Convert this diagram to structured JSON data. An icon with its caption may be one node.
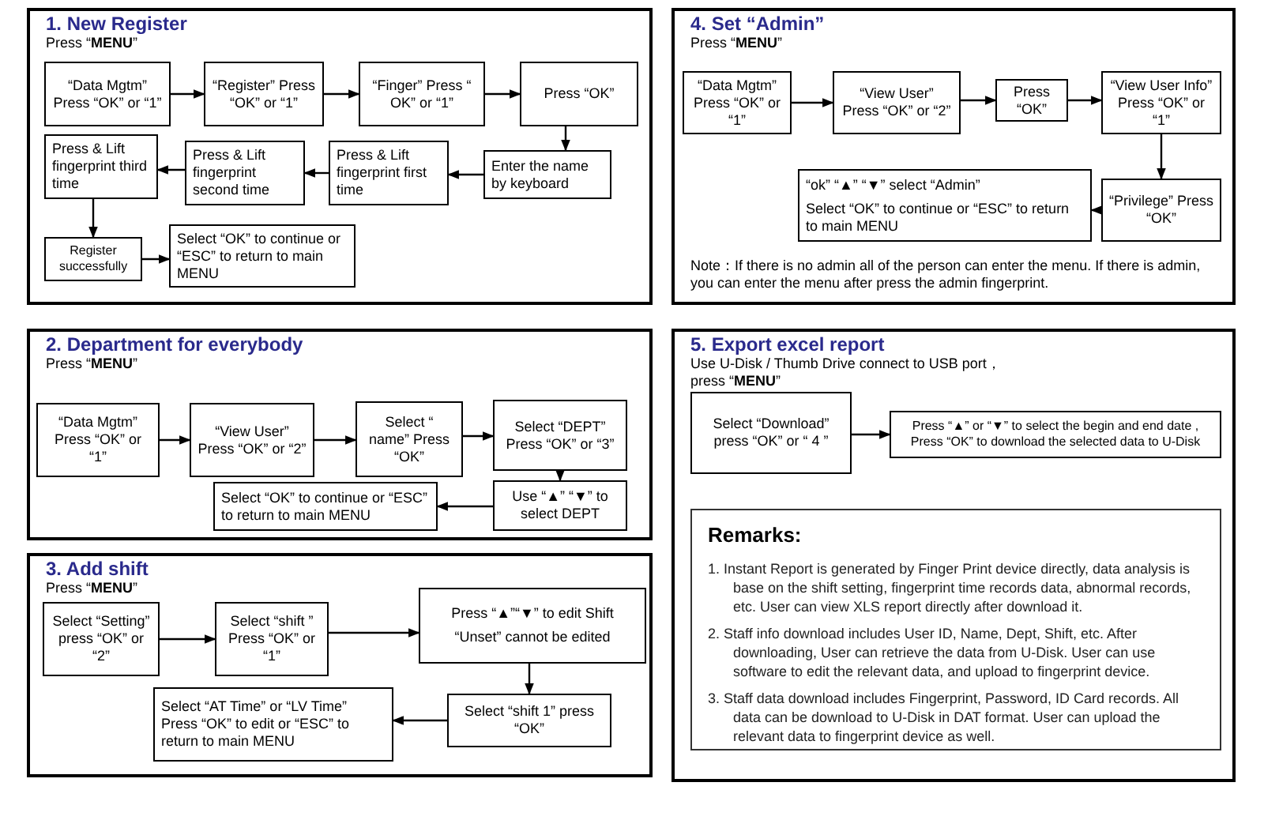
{
  "diagram": {
    "nodes": [
      {
        "text": [
          "1. New Register",
          "Press “**MENU**”"
        ]
      },
      {
        "text": [
          "“Data Mgtm” Press “OK” or “1”"
        ],
        "in": 0
      },
      {
        "text": [
          "“Register” Press “OK” or “1”"
        ],
        "in": 0
      },
      {
        "text": [
          "“Finger” Press “ OK” or “1”"
        ],
        "in": 0
      },
      {
        "text": [
          "Press “OK”"
        ],
        "in": 0
      },
      {
        "text": [
          "Enter the name by keyboard"
        ],
        "in": 0
      },
      {
        "text": [
          "Press & Lift fingerprint first time"
        ],
        "in": 0
      },
      {
        "text": [
          "Press & Lift fingerprint second time"
        ],
        "in": 0
      },
      {
        "text": [
          "Press & Lift fingerprint third time"
        ],
        "in": 0
      },
      {
        "text": [
          "Register successfully"
        ],
        "in": 0
      },
      {
        "text": [
          "Select “OK” to continue or “ESC” to return to main MENU"
        ],
        "in": 0
      },
      {
        "text": [
          "2. Department for everybody",
          "Press “**MENU**”"
        ]
      },
      {
        "text": [
          "“Data Mgtm” Press “OK” or “1”"
        ],
        "in": 11
      },
      {
        "text": [
          "“View User” Press “OK” or “2”"
        ],
        "in": 11
      },
      {
        "text": [
          "Select “ name” Press “OK”"
        ],
        "in": 11
      },
      {
        "text": [
          "Select “DEPT” Press “OK” or “3”"
        ],
        "in": 11
      },
      {
        "text": [
          "Use “▲” “▼” to select DEPT"
        ],
        "in": 11
      },
      {
        "text": [
          "Select “OK” to continue or “ESC” to return to main MENU"
        ],
        "in": 11
      },
      {
        "text": [
          "3. Add shift",
          "Press “**MENU**”"
        ]
      },
      {
        "text": [
          "Select “Setting” press “OK” or “2”"
        ],
        "in": 18
      },
      {
        "text": [
          "Select “shift ” Press “OK” or “1”"
        ],
        "in": 18
      },
      {
        "text": [
          "Press “▲”“▼” to edit Shift",
          "“Unset” cannot be edited"
        ],
        "in": 18
      },
      {
        "text": [
          "Select “shift 1” press “OK”"
        ],
        "in": 18
      },
      {
        "text": [
          "Select “AT Time” or “LV Time” Press “OK” to edit or “ESC” to return to main MENU"
        ],
        "in": 18
      },
      {
        "text": [
          "4. Set “Admin”",
          "Press “**MENU**”",
          "Note：If there is no admin all of the person can enter the menu. If there is admin, you can enter the menu after press the admin fingerprint."
        ]
      },
      {
        "text": [
          "“Data Mgtm” Press “OK” or “1”"
        ],
        "in": 24
      },
      {
        "text": [
          "“View User” Press “OK” or “2”"
        ],
        "in": 24
      },
      {
        "text": [
          "Press “OK”"
        ],
        "in": 24
      },
      {
        "text": [
          "“View User Info” Press “OK” or “1”"
        ],
        "in": 24
      },
      {
        "text": [
          "“Privilege” Press “OK”"
        ],
        "in": 24
      },
      {
        "text": [
          "“ok” “▲” “▼” select “Admin”",
          "Select “OK” to continue or “ESC” to return to main MENU"
        ],
        "in": 24
      },
      {
        "text": [
          "5. Export excel report",
          "Use U-Disk / Thumb Drive connect to USB port，",
          "press “**MENU**”"
        ]
      },
      {
        "text": [
          "Select “Download” press “OK” or “ 4 ”"
        ],
        "in": 31
      },
      {
        "text": [
          "Press “▲” or “▼” to select the begin and end date , Press “OK” to download the selected data to U-Disk"
        ],
        "in": 31
      },
      {
        "text": [
          "Remarks:",
          "1. Instant Report is generated by Finger Print device directly, data analysis is base on the shift setting, fingerprint time records data, abnormal records, etc. User can view XLS report directly after download it.",
          "2. Staff info download includes User ID, Name, Dept, Shift, etc. After downloading, User can retrieve the data from U-Disk. User can use software to edit the relevant data, and upload to fingerprint device.",
          "3. Staff data download includes Fingerprint, Password, ID Card records. All data can be download to U-Disk in DAT format. User can upload the relevant data to fingerprint device as well."
        ],
        "in": 31
      }
    ],
    "edges": [
      {
        "from": 1,
        "to": 2,
        "arrow": "to"
      },
      {
        "from": 2,
        "to": 3,
        "arrow": "to"
      },
      {
        "from": 3,
        "to": 4,
        "arrow": "to"
      },
      {
        "from": 4,
        "to": 5,
        "arrow": "to"
      },
      {
        "from": 5,
        "to": 6,
        "arrow": "to"
      },
      {
        "from": 6,
        "to": 7,
        "arrow": "to"
      },
      {
        "from": 7,
        "to": 8,
        "arrow": "to"
      },
      {
        "from": 8,
        "to": 9,
        "arrow": "to"
      },
      {
        "from": 9,
        "to": 10,
        "arrow": "to"
      },
      {
        "from": 12,
        "to": 13,
        "arrow": "to"
      },
      {
        "from": 13,
        "to": 14,
        "arrow": "to"
      },
      {
        "from": 14,
        "to": 15,
        "arrow": "to"
      },
      {
        "from": 15,
        "to": 16,
        "arrow": "to"
      },
      {
        "from": 16,
        "to": 17,
        "arrow": "to"
      },
      {
        "from": 19,
        "to": 20,
        "arrow": "to"
      },
      {
        "from": 20,
        "to": 21,
        "arrow": "to"
      },
      {
        "from": 21,
        "to": 22,
        "arrow": "to"
      },
      {
        "from": 22,
        "to": 23,
        "arrow": "to"
      },
      {
        "from": 25,
        "to": 26,
        "arrow": "to"
      },
      {
        "from": 26,
        "to": 27,
        "arrow": "to"
      },
      {
        "from": 27,
        "to": 28,
        "arrow": "to"
      },
      {
        "from": 28,
        "to": 29,
        "arrow": "to"
      },
      {
        "from": 29,
        "to": 30,
        "arrow": "to"
      },
      {
        "from": 32,
        "to": 33,
        "arrow": "to"
      }
    ]
  }
}
